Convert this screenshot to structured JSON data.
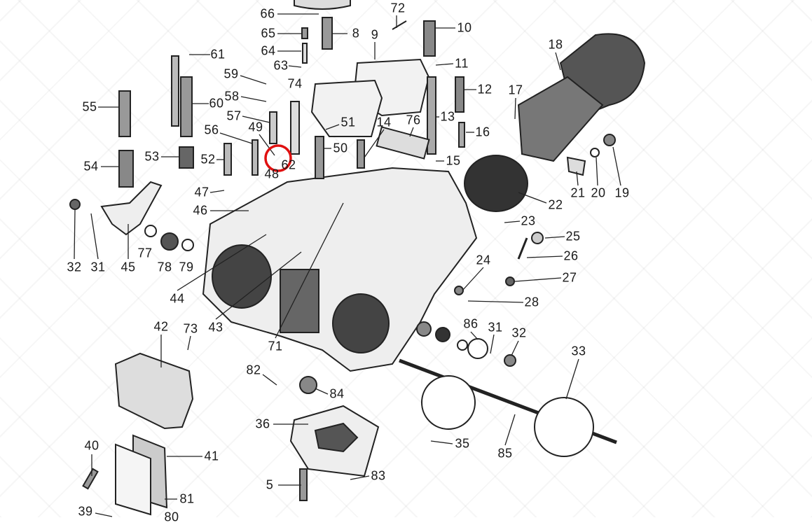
{
  "title": "Carburetor exploded parts diagram",
  "highlight_color": "#e01010",
  "highlighted_part": "62",
  "labels": [
    "66",
    "72",
    "65",
    "8",
    "9",
    "10",
    "61",
    "64",
    "63",
    "11",
    "18",
    "59",
    "74",
    "12",
    "55",
    "58",
    "60",
    "17",
    "57",
    "13",
    "51",
    "14",
    "76",
    "16",
    "56",
    "49",
    "50",
    "62",
    "15",
    "53",
    "52",
    "54",
    "48",
    "47",
    "21",
    "20",
    "19",
    "22",
    "46",
    "23",
    "25",
    "26",
    "32",
    "31",
    "45",
    "77",
    "78",
    "79",
    "24",
    "27",
    "44",
    "28",
    "43",
    "42",
    "73",
    "86",
    "31",
    "32",
    "71",
    "33",
    "82",
    "84",
    "36",
    "35",
    "85",
    "40",
    "41",
    "83",
    "5",
    "81",
    "39",
    "80"
  ]
}
